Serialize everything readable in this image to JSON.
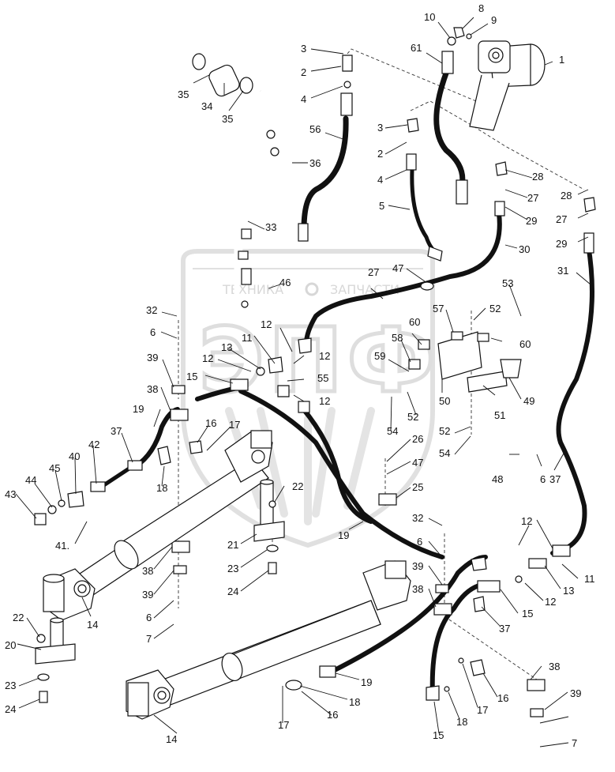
{
  "watermark": {
    "left_text": "ТЕХНИКА",
    "right_text": "ЗАПЧАСТИ",
    "monogram": "ЭПФ"
  },
  "colors": {
    "ink": "#111111",
    "watermark": "#c8c8c8",
    "hose": "#111111"
  },
  "callouts": [
    "1",
    "2",
    "2",
    "3",
    "3",
    "4",
    "4",
    "5",
    "6",
    "6",
    "6",
    "6",
    "7",
    "7",
    "8",
    "9",
    "10",
    "11",
    "11",
    "11",
    "12",
    "12",
    "12",
    "12",
    "12",
    "12",
    "12",
    "13",
    "13",
    "14",
    "14",
    "15",
    "15",
    "15",
    "15",
    "16",
    "16",
    "16",
    "17",
    "17",
    "17",
    "18",
    "18",
    "18",
    "19",
    "19",
    "19",
    "20",
    "21",
    "22",
    "22",
    "23",
    "23",
    "24",
    "24",
    "25",
    "26",
    "27",
    "27",
    "27",
    "28",
    "28",
    "29",
    "29",
    "30",
    "31",
    "32",
    "32",
    "33",
    "34",
    "35",
    "35",
    "36",
    "37",
    "37",
    "37",
    "38",
    "38",
    "38",
    "38",
    "39",
    "39",
    "39",
    "39",
    "40",
    "41.",
    "42",
    "43",
    "44",
    "45",
    "46",
    "47",
    "47",
    "48",
    "49",
    "50",
    "51",
    "52",
    "52",
    "52",
    "53",
    "54",
    "54",
    "55",
    "56",
    "57",
    "58",
    "59",
    "60",
    "60",
    "61"
  ]
}
